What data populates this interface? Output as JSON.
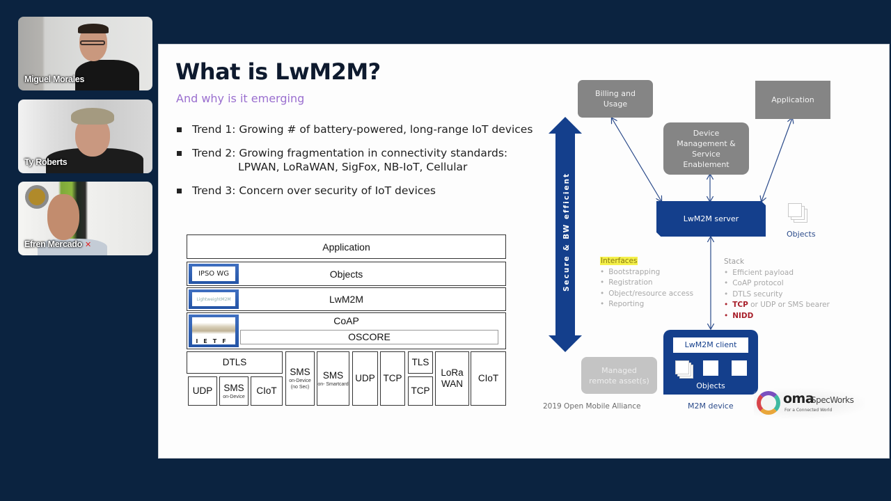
{
  "participants": [
    {
      "name": "Miguel Morales"
    },
    {
      "name": "Ty Roberts"
    },
    {
      "name": "Efren Mercado"
    }
  ],
  "slide": {
    "title": "What is LwM2M?",
    "subtitle": "And why is it emerging",
    "bullets": [
      {
        "text": "Trend 1: Growing # of battery-powered, long-range IoT devices"
      },
      {
        "text": "Trend 2: Growing fragmentation in connectivity standards:",
        "continuation": "LPWAN, LoRaWAN, SigFox, NB-IoT, Cellular"
      },
      {
        "text": "Trend 3: Concern over security of IoT devices"
      }
    ],
    "stack": {
      "application": "Application",
      "objects": "Objects",
      "objects_logo": "IPSO WG",
      "lwm2m": "LwM2M",
      "lwm2m_logo": "LightweightM2M",
      "coap": "CoAP",
      "oscore": "OSCORE",
      "coap_logo": "IETF",
      "transports": {
        "dtls": "DTLS",
        "udp1": "UDP",
        "sms_on_device": {
          "label": "SMS",
          "sub": "on-Device"
        },
        "ciot1": "CIoT",
        "sms_no_sec": {
          "label": "SMS",
          "sub": "on-Device (no Sec)"
        },
        "sms_smartcard": {
          "label": "SMS",
          "sub": "on- Smartcard"
        },
        "udp2": "UDP",
        "tcp1": "TCP",
        "tls": "TLS",
        "tcp2": "TCP",
        "lorawan": "LoRa WAN",
        "ciot2": "CIoT"
      }
    },
    "architecture": {
      "billing": "Billing and Usage",
      "application": "Application",
      "device_mgmt": "Device Management & Service Enablement",
      "server": "LwM2M server",
      "objects_label": "Objects",
      "arrow_label": "Secure & BW efficient",
      "interfaces": {
        "heading": "Interfaces",
        "items": [
          "Bootstrapping",
          "Registration",
          "Object/resource access",
          "Reporting"
        ]
      },
      "stack": {
        "heading": "Stack",
        "items": [
          "Efficient payload",
          "CoAP protocol",
          "DTLS security"
        ],
        "highlight_items": [
          {
            "strong": "TCP",
            "rest": " or UDP or SMS bearer"
          },
          {
            "strong": "NIDD",
            "rest": ""
          }
        ]
      },
      "client": "LwM2M client",
      "client_objects": "Objects",
      "managed": "Managed remote asset(s)",
      "device_label": "M2M device",
      "copyright": "2019  Open Mobile Alliance",
      "logo_main": "oma",
      "logo_brand": "SpecWorks",
      "logo_tagline": "For a Connected World"
    }
  },
  "colors": {
    "background": "#0b2340",
    "accent_blue": "#143f8c",
    "subtitle_purple": "#9a6fcf",
    "box_gray": "#858585",
    "highlight_red": "#a81f2a"
  }
}
